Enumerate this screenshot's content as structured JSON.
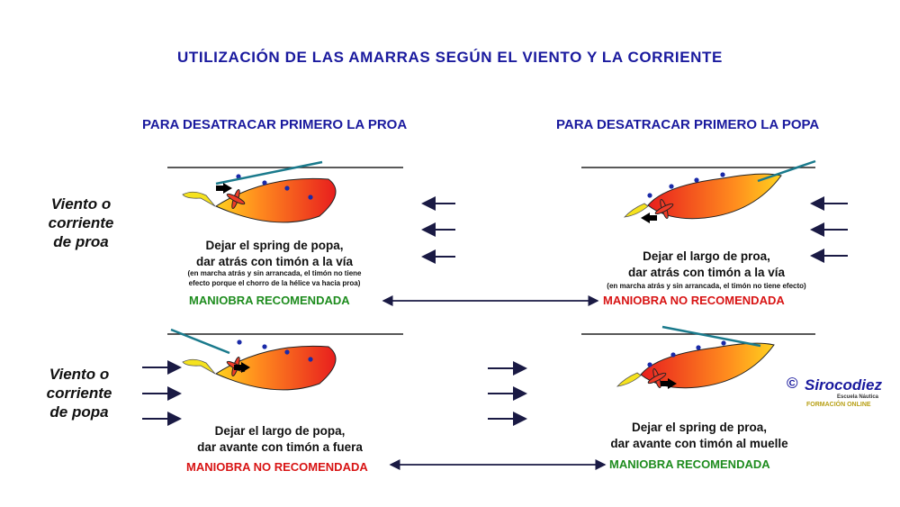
{
  "title": "UTILIZACIÓN DE LAS AMARRAS SEGÚN EL VIENTO Y LA CORRIENTE",
  "columns": {
    "left": "PARA DESATRACAR PRIMERO LA PROA",
    "right": "PARA DESATRACAR PRIMERO LA POPA"
  },
  "rows": {
    "top_label": [
      "Viento o",
      "corriente",
      "de proa"
    ],
    "bottom_label": [
      "Viento o",
      "corriente",
      "de popa"
    ]
  },
  "quadrants": {
    "top_left": {
      "line1": "Dejar el spring de popa,",
      "line2": "dar atrás con timón a la vía",
      "note1": "(en marcha atrás y sin arrancada, el timón no tiene",
      "note2": "efecto porque el chorro de la hélice va hacia proa)",
      "verdict": "MANIOBRA RECOMENDADA"
    },
    "top_right": {
      "line1": "Dejar el largo de proa,",
      "line2": "dar atrás con timón a la vía",
      "note1": "(en marcha atrás y sin arrancada, el timón no tiene efecto)",
      "verdict": "MANIOBRA NO RECOMENDADA"
    },
    "bottom_left": {
      "line1": "Dejar el largo de popa,",
      "line2": "dar avante con timón a fuera",
      "verdict": "MANIOBRA NO RECOMENDADA"
    },
    "bottom_right": {
      "line1": "Dejar el spring de proa,",
      "line2": "dar avante con timón al muelle",
      "verdict": "MANIOBRA RECOMENDADA"
    }
  },
  "logo": {
    "copyright": "©",
    "brand": "Sirocodiez",
    "sub1": "Escuela Náutica",
    "sub2": "FORMACIÓN ONLINE"
  },
  "colors": {
    "title": "#1a1a9e",
    "recommended": "#1e8c1e",
    "not_recommended": "#d81414",
    "hull_dark": "#e81e1e",
    "hull_light": "#ffd21e",
    "line": "#1a7a8c",
    "bollard": "#1a2aa8"
  }
}
